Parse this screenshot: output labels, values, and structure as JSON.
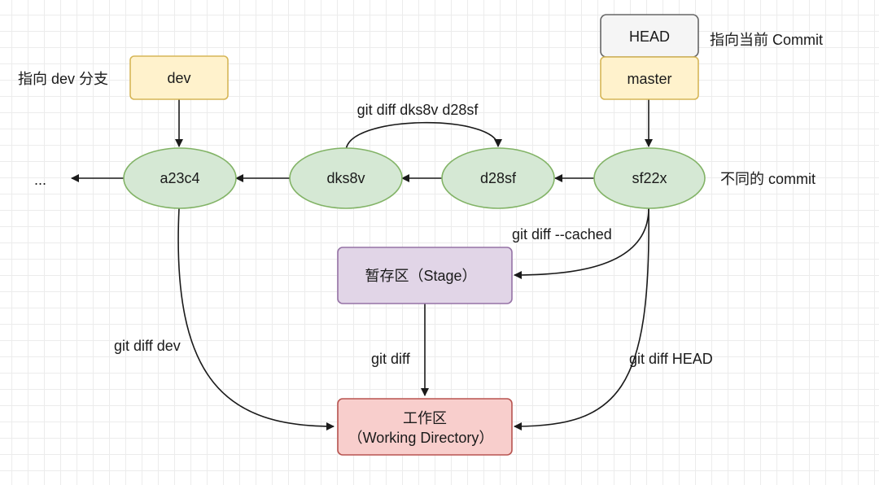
{
  "colors": {
    "commit_fill": "#d5e8d4",
    "commit_stroke": "#82b366",
    "branch_fill": "#fff2cc",
    "branch_stroke": "#d6b656",
    "head_fill": "#f5f5f5",
    "head_stroke": "#666666",
    "stage_fill": "#e1d5e7",
    "stage_stroke": "#9673a6",
    "workdir_fill": "#f8cecc",
    "workdir_stroke": "#b85450"
  },
  "labels": {
    "head": "HEAD",
    "master": "master",
    "dev": "dev",
    "ellipsis": "...",
    "dev_pointer_note": "指向 dev 分支",
    "head_pointer_note": "指向当前 Commit",
    "different_commits_note": "不同的 commit"
  },
  "commits": {
    "a23c4": "a23c4",
    "dks8v": "dks8v",
    "d28sf": "d28sf",
    "sf22x": "sf22x"
  },
  "areas": {
    "stage": "暂存区（Stage）",
    "workdir_line1": "工作区",
    "workdir_line2": "（Working Directory）"
  },
  "edges": {
    "diff_commits": "git diff dks8v d28sf",
    "diff_cached": "git diff --cached",
    "diff": "git diff",
    "diff_dev": "git diff dev",
    "diff_head": "git diff HEAD"
  }
}
